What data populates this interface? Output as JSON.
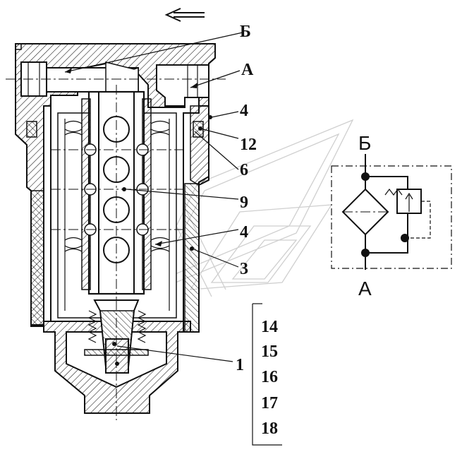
{
  "labels": {
    "port_b": "Б",
    "port_a": "А",
    "callout_4_top": "4",
    "callout_12": "12",
    "callout_6": "6",
    "callout_9": "9",
    "callout_4_mid": "4",
    "callout_3": "3",
    "callout_1": "1"
  },
  "schematic": {
    "port_b": "Б",
    "port_a": "А"
  },
  "parts_list": [
    "14",
    "15",
    "16",
    "17",
    "18"
  ],
  "colors": {
    "ink": "#111111",
    "watermark": "#cfcfcf"
  },
  "icons": {
    "flow_direction": "arrow-left-icon"
  }
}
